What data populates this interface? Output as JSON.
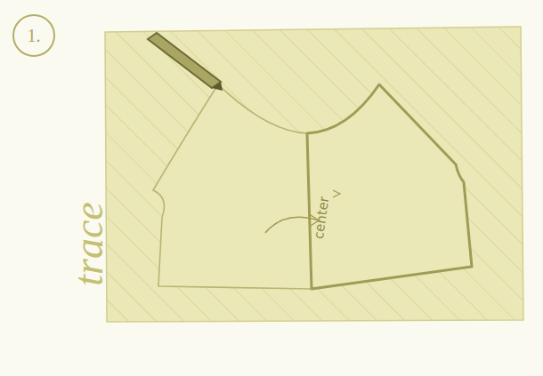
{
  "diagram": {
    "nodes": [
      {
        "text": [
          "1."
        ]
      }
    ],
    "labels": [
      "trace",
      "center"
    ]
  }
}
